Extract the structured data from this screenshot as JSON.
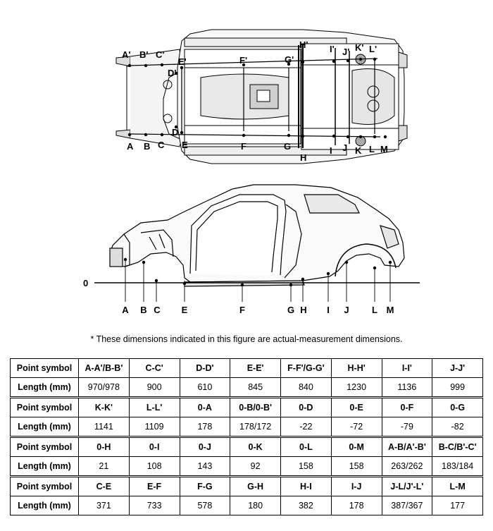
{
  "top_view": {
    "front_labels": [
      "A'",
      "B'",
      "C'",
      "D'",
      "E'",
      "F'",
      "G'",
      "H'",
      "I'",
      "J'",
      "K'",
      "L'"
    ],
    "rear_labels": [
      "A",
      "B",
      "C",
      "D",
      "E",
      "F",
      "G",
      "H",
      "I",
      "J",
      "K",
      "L",
      "M"
    ]
  },
  "side_view": {
    "zero_label": "0",
    "axis_labels": [
      "A",
      "B",
      "C",
      "E",
      "F",
      "G",
      "H",
      "I",
      "J",
      "L",
      "M"
    ]
  },
  "note": "*  These dimensions indicated in this figure are actual-measurement dimensions.",
  "table": {
    "header_label": "Point symbol",
    "value_label": "Length (mm)",
    "groups": [
      {
        "symbols": [
          "A-A'/B-B'",
          "C-C'",
          "D-D'",
          "E-E'",
          "F-F'/G-G'",
          "H-H'",
          "I-I'",
          "J-J'"
        ],
        "values": [
          "970/978",
          "900",
          "610",
          "845",
          "840",
          "1230",
          "1136",
          "999"
        ]
      },
      {
        "symbols": [
          "K-K'",
          "L-L'",
          "0-A",
          "0-B/0-B'",
          "0-D",
          "0-E",
          "0-F",
          "0-G"
        ],
        "values": [
          "1141",
          "1109",
          "178",
          "178/172",
          "-22",
          "-72",
          "-79",
          "-82"
        ]
      },
      {
        "symbols": [
          "0-H",
          "0-I",
          "0-J",
          "0-K",
          "0-L",
          "0-M",
          "A-B/A'-B'",
          "B-C/B'-C'"
        ],
        "values": [
          "21",
          "108",
          "143",
          "92",
          "158",
          "158",
          "263/262",
          "183/184"
        ]
      },
      {
        "symbols": [
          "C-E",
          "E-F",
          "F-G",
          "G-H",
          "H-I",
          "I-J",
          "J-L/J'-L'",
          "L-M"
        ],
        "values": [
          "371",
          "733",
          "578",
          "180",
          "382",
          "178",
          "387/367",
          "177"
        ]
      }
    ]
  }
}
